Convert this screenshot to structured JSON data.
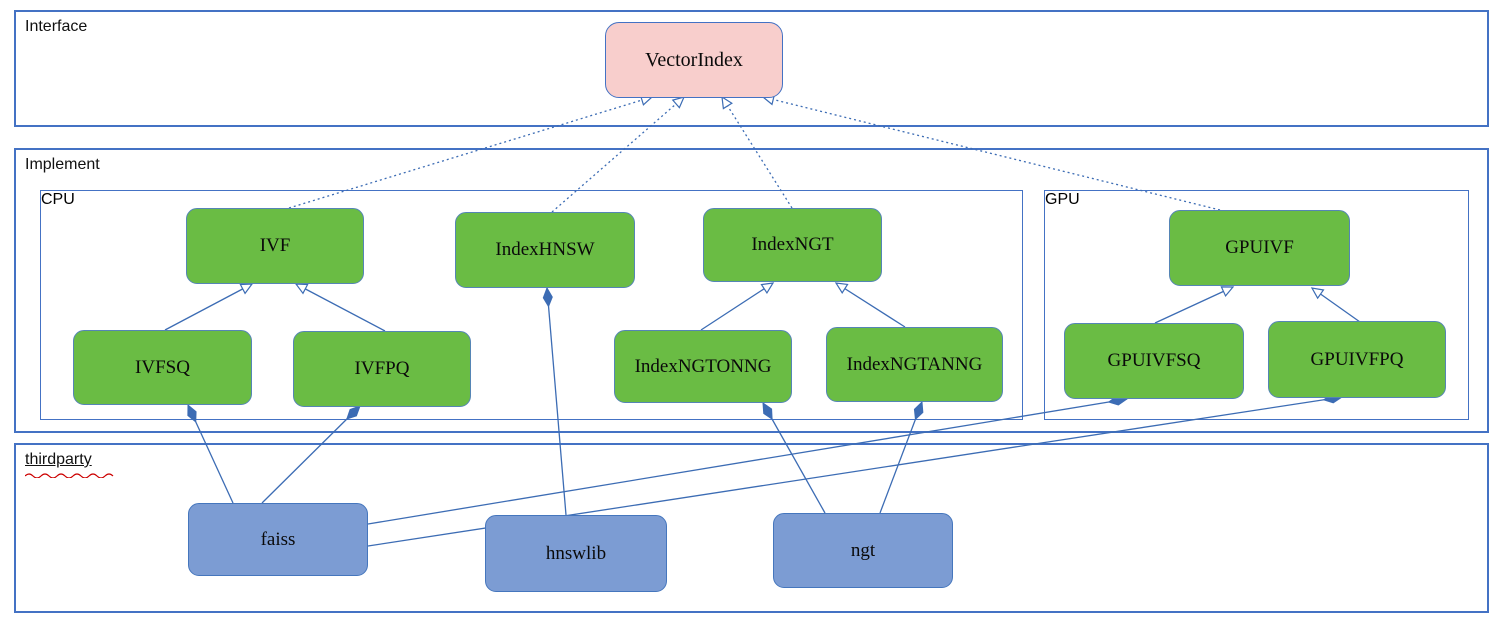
{
  "diagram": {
    "kind": "uml-package-class-diagram",
    "containers": {
      "interface": {
        "label": "Interface"
      },
      "implement": {
        "label": "Implement"
      },
      "cpu": {
        "label": "CPU"
      },
      "gpu": {
        "label": "GPU"
      },
      "thirdparty": {
        "label": "thirdparty",
        "spellcheck_squiggle": true
      }
    },
    "nodes": {
      "vectorindex": {
        "label": "VectorIndex",
        "container": "interface",
        "fill": "#f8cecc"
      },
      "ivf": {
        "label": "IVF",
        "container": "cpu",
        "fill": "#6abc44"
      },
      "indexhnsw": {
        "label": "IndexHNSW",
        "container": "cpu",
        "fill": "#6abc44"
      },
      "indexngt": {
        "label": "IndexNGT",
        "container": "cpu",
        "fill": "#6abc44"
      },
      "ivfsq": {
        "label": "IVFSQ",
        "container": "cpu",
        "fill": "#6abc44"
      },
      "ivfpq": {
        "label": "IVFPQ",
        "container": "cpu",
        "fill": "#6abc44"
      },
      "indexngtonng": {
        "label": "IndexNGTONNG",
        "container": "cpu",
        "fill": "#6abc44"
      },
      "indexngtanng": {
        "label": "IndexNGTANNG",
        "container": "cpu",
        "fill": "#6abc44"
      },
      "gpuivf": {
        "label": "GPUIVF",
        "container": "gpu",
        "fill": "#6abc44"
      },
      "gpuivfsq": {
        "label": "GPUIVFSQ",
        "container": "gpu",
        "fill": "#6abc44"
      },
      "gpuivfpq": {
        "label": "GPUIVFPQ",
        "container": "gpu",
        "fill": "#6abc44"
      },
      "faiss": {
        "label": "faiss",
        "container": "thirdparty",
        "fill": "#7c9cd3"
      },
      "hnswlib": {
        "label": "hnswlib",
        "container": "thirdparty",
        "fill": "#7c9cd3"
      },
      "ngt": {
        "label": "ngt",
        "container": "thirdparty",
        "fill": "#7c9cd3"
      }
    },
    "edges": [
      {
        "from": "ivf",
        "to": "vectorindex",
        "type": "realization"
      },
      {
        "from": "indexhnsw",
        "to": "vectorindex",
        "type": "realization"
      },
      {
        "from": "indexngt",
        "to": "vectorindex",
        "type": "realization"
      },
      {
        "from": "gpuivf",
        "to": "vectorindex",
        "type": "realization"
      },
      {
        "from": "ivfsq",
        "to": "ivf",
        "type": "inheritance"
      },
      {
        "from": "ivfpq",
        "to": "ivf",
        "type": "inheritance"
      },
      {
        "from": "indexngtonng",
        "to": "indexngt",
        "type": "inheritance"
      },
      {
        "from": "indexngtanng",
        "to": "indexngt",
        "type": "inheritance"
      },
      {
        "from": "gpuivfsq",
        "to": "gpuivf",
        "type": "inheritance"
      },
      {
        "from": "gpuivfpq",
        "to": "gpuivf",
        "type": "inheritance"
      },
      {
        "from": "faiss",
        "to": "ivfsq",
        "type": "composition"
      },
      {
        "from": "faiss",
        "to": "ivfpq",
        "type": "composition"
      },
      {
        "from": "faiss",
        "to": "gpuivfsq",
        "type": "composition"
      },
      {
        "from": "faiss",
        "to": "gpuivfpq",
        "type": "composition"
      },
      {
        "from": "hnswlib",
        "to": "indexhnsw",
        "type": "composition"
      },
      {
        "from": "ngt",
        "to": "indexngtonng",
        "type": "composition"
      },
      {
        "from": "ngt",
        "to": "indexngtanng",
        "type": "composition"
      }
    ],
    "colors": {
      "node_green": "#6abc44",
      "node_blue": "#7c9cd3",
      "node_pink": "#f8cecc",
      "container_border": "#4472c4",
      "edge_blue": "#3c6cb4",
      "squiggle_red": "#cc0000",
      "text": "#0a0a0a",
      "background": "#ffffff"
    }
  }
}
